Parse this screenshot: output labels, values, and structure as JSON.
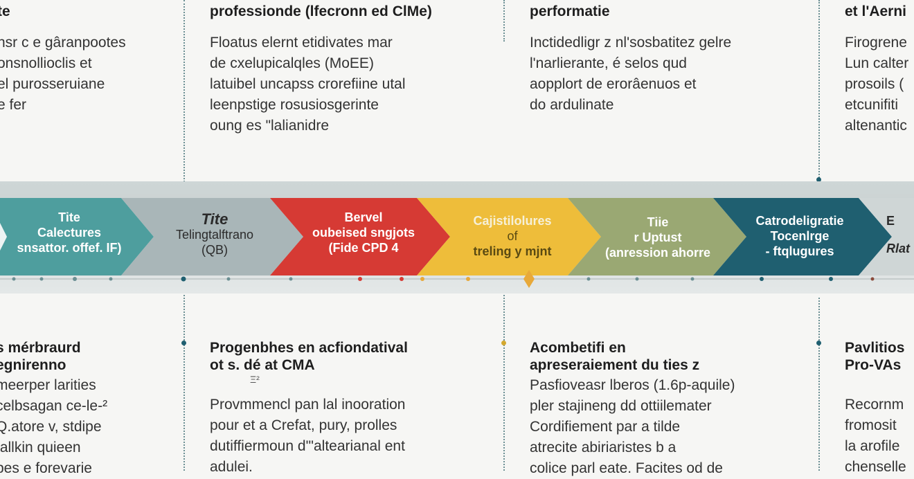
{
  "colors": {
    "teal": "#4e9e9e",
    "gray": "#a9b6b8",
    "red": "#d63a34",
    "yellow": "#eebd3a",
    "olive": "#b9a53a",
    "petrol": "#1f5f70",
    "dark": "#1b2a2e"
  },
  "top_columns": [
    {
      "head": [
        "te"
      ],
      "body": [
        "nsr c e gâranpootes",
        "onsnollioclis et",
        "el purosseruiane",
        "e fer"
      ]
    },
    {
      "head": [
        "professionde (lfecronn ed ClMe)"
      ],
      "body": [
        "Floatus elernt etidivates mar",
        "de cxelupicalqles (MoEE)",
        "latuibel uncapss crorefiine utal",
        "leenpstige rosusiosgerinte",
        "oung es \"lalianidre"
      ]
    },
    {
      "head": [
        "performatie"
      ],
      "body": [
        "Inctidedligr z nl'sosbatitez gelre",
        "l'narlierante, é selos qud",
        "aopplort de erorâenuos et",
        "do ardulinate"
      ]
    },
    {
      "head": [
        "et l'Aerni"
      ],
      "body": [
        "Firogrene",
        "Lun calter",
        "prosoils (",
        "etcunifiti",
        "altenantic"
      ]
    }
  ],
  "chevrons": [
    {
      "lines": [
        "Tite",
        "Calectures",
        "snsattor. offef. IF)"
      ]
    },
    {
      "lines": [
        "Tite",
        "Telingtalftrano",
        "(QB)"
      ]
    },
    {
      "lines": [
        "Bervel",
        "oubeised sngjots",
        "(Fide CPD 4"
      ]
    },
    {
      "lines": [
        "Cajistilolures",
        "of",
        "treling y mjnt"
      ]
    },
    {
      "lines": [
        "Tiie",
        "r Uptust",
        "(anression ahorre"
      ]
    },
    {
      "lines": [
        "Catrodeligratie",
        "Tocenlrge",
        "- ftqlugures"
      ]
    },
    {
      "lines": [
        "E",
        "Rlat"
      ]
    }
  ],
  "bottom_columns": [
    {
      "head": [
        "s mérbraurd",
        "egnirenno"
      ],
      "note": "",
      "body": [
        "meerper larities",
        "celbsagan ce-le-²",
        "Q.atore v, stdipe",
        "tallkin quieen",
        "bes e forevarie"
      ]
    },
    {
      "head": [
        "Progenbhes en acfiondatival",
        "ot s. dé at CMA"
      ],
      "note": "Ξ²",
      "body": [
        "Provmmencl pan lal inooration",
        "pour et a Crefat, pury, prolles",
        "dutiffiermoun d'\"altearianal ent",
        "adulei."
      ]
    },
    {
      "head": [
        "Acombetifi en",
        "apreseraiement du ties z"
      ],
      "note": "",
      "body": [
        "Pasfioveasr lberos (1.6p-aquile)",
        "pler stajineng dd ottiilemater",
        "Cordifiement par a tilde",
        "atrecite abiriaristes b a",
        "colice parl eate. Facites od de"
      ]
    },
    {
      "head": [
        "Pavlitios",
        "Pro-VAs"
      ],
      "note": "",
      "body": [
        "Recornm",
        "fromosit",
        "la arofile",
        "chenselle"
      ]
    }
  ]
}
